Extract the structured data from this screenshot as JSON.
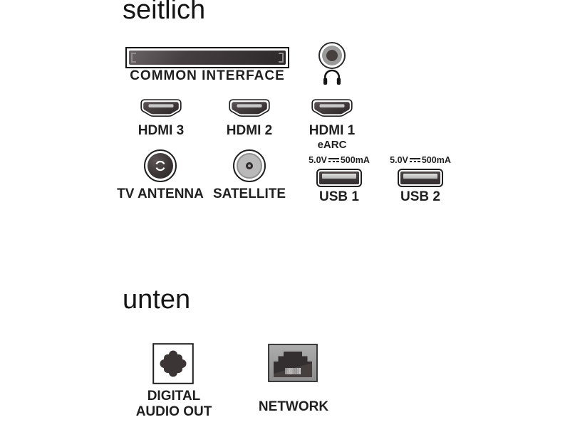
{
  "side": {
    "title": "seitlich",
    "common_interface": {
      "label": "COMMON INTERFACE"
    },
    "hdmi_ports": [
      {
        "label": "HDMI 3"
      },
      {
        "label": "HDMI 2"
      },
      {
        "label": "HDMI 1",
        "sublabel": "eARC"
      }
    ],
    "antenna": {
      "label": "TV ANTENNA"
    },
    "satellite": {
      "label": "SATELLITE"
    },
    "usb_ports": [
      {
        "power": {
          "voltage": "5.0V",
          "current": "500mA"
        },
        "label": "USB 1"
      },
      {
        "power": {
          "voltage": "5.0V",
          "current": "500mA"
        },
        "label": "USB 2"
      }
    ]
  },
  "bottom": {
    "title": "unten",
    "digital_audio_out": {
      "label_line1": "DIGITAL",
      "label_line2": "AUDIO OUT"
    },
    "network": {
      "label": "NETWORK"
    }
  },
  "icons": {
    "common_interface": "ci-card-slot",
    "headphone_jack": "concentric-circle-jack",
    "headphones": "headphones-glyph",
    "hdmi": "hdmi-trapezoid-port",
    "antenna": "coax-female-connector",
    "satellite": "f-type-connector",
    "usb": "usb-a-port",
    "dc_power": "solid-over-dashed-line",
    "digital_audio_out": "toslink-optical-port",
    "network": "rj45-ethernet-port"
  },
  "colors": {
    "background": "#ffffff",
    "text": "#1f1f1f",
    "port_dark": "#3b3536",
    "metal_gray": "#9b9b9b",
    "slot_light": "#c8c8c8"
  }
}
